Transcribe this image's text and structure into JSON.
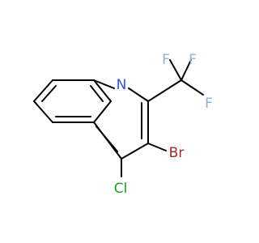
{
  "molecule": {
    "atoms": [
      {
        "id": "N",
        "label": "N",
        "color": "#3050F8"
      },
      {
        "id": "Br",
        "label": "Br",
        "color": "#A62929"
      },
      {
        "id": "Cl",
        "label": "Cl",
        "color": "#1FA01F"
      },
      {
        "id": "F1",
        "label": "F",
        "color": "#90B0E0"
      },
      {
        "id": "F2",
        "label": "F",
        "color": "#90B0E0"
      },
      {
        "id": "F3",
        "label": "F",
        "color": "#90B0E0"
      }
    ]
  }
}
